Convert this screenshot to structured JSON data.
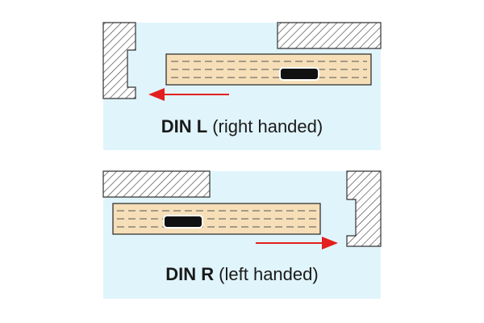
{
  "diagrams": [
    {
      "label_bold": "DIN L",
      "label_rest": "(right handed)",
      "arrow_direction": "left"
    },
    {
      "label_bold": "DIN R",
      "label_rest": "(left handed)",
      "arrow_direction": "right"
    }
  ],
  "colors": {
    "panel_bg": "#e0f4fb",
    "door_fill": "#f6dfb8",
    "arrow": "#e41e1e",
    "handle": "#111111"
  }
}
